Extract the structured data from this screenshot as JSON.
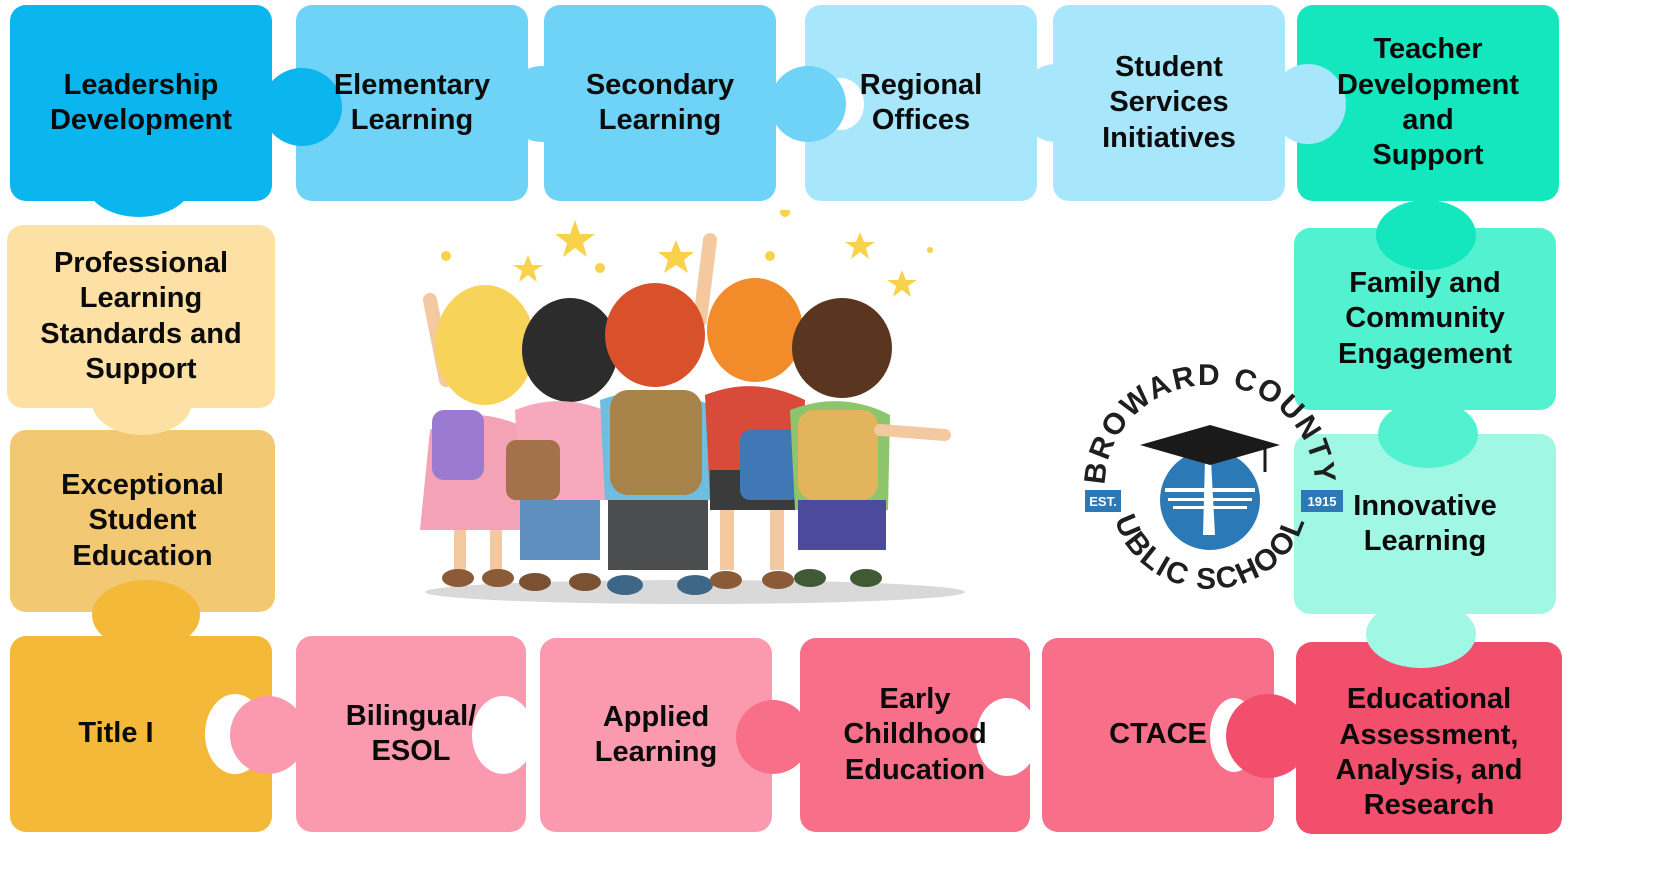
{
  "pieces": {
    "leadership": {
      "label": "Leadership\nDevelopment",
      "color": "#0bb5ee"
    },
    "elementary": {
      "label": "Elementary\nLearning",
      "color": "#6ed3f6"
    },
    "secondary": {
      "label": "Secondary\nLearning",
      "color": "#6ed3f6"
    },
    "regional": {
      "label": "Regional\nOffices",
      "color": "#a8e6fb"
    },
    "student_services": {
      "label": "Student\nServices\nInitiatives",
      "color": "#a8e6fb"
    },
    "teacher_dev": {
      "label": "Teacher\nDevelopment\nand\nSupport",
      "color": "#14e6be"
    },
    "prof_learning": {
      "label": "Professional\nLearning\nStandards and\nSupport",
      "color": "#fde0a3"
    },
    "exceptional": {
      "label": "Exceptional\nStudent\nEducation",
      "color": "#f2c872"
    },
    "title_one": {
      "label": "Title I",
      "color": "#f4b938"
    },
    "family": {
      "label": "Family and\nCommunity\nEngagement",
      "color": "#52f2d0"
    },
    "innovative": {
      "label": "Innovative\nLearning",
      "color": "#9ff7e4"
    },
    "edu_assessment": {
      "label": "Educational\nAssessment,\nAnalysis, and\nResearch",
      "color": "#f24f6c"
    },
    "bilingual": {
      "label": "Bilingual/\nESOL",
      "color": "#fb9aae"
    },
    "applied": {
      "label": "Applied\nLearning",
      "color": "#fb9aae"
    },
    "early_childhood": {
      "label": "Early\nChildhood\nEducation",
      "color": "#f76f89"
    },
    "ctace": {
      "label": "CTACE",
      "color": "#f76f89"
    }
  },
  "logo": {
    "top_text": "BROWARD COUNTY",
    "bottom_text": "PUBLIC SCHOOLS",
    "est_label": "EST.",
    "year": "1915",
    "color": "#2b79b6"
  },
  "illustration": {
    "description_icon": "children-with-backpacks-and-stars"
  }
}
